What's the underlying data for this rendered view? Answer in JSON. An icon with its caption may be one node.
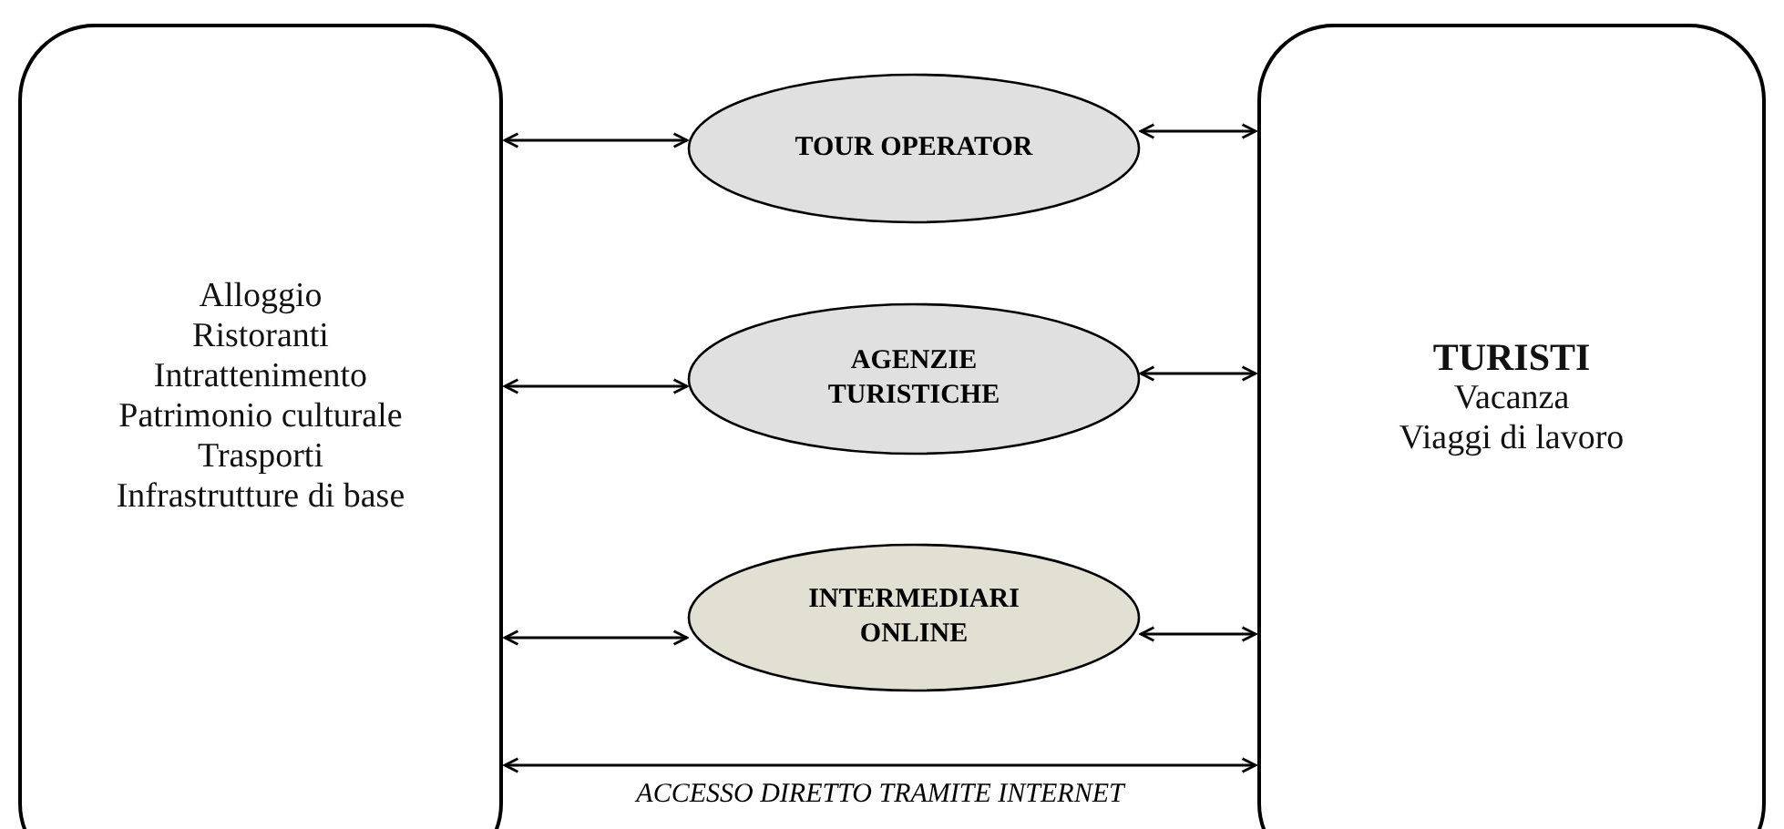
{
  "diagram": {
    "nodes": [
      {
        "text": [
          "Alloggio",
          "Ristoranti",
          "Intrattenimento",
          "Patrimonio culturale",
          "Trasporti",
          "Infrastrutture di base"
        ]
      },
      {
        "text": [
          "TOUR OPERATOR"
        ]
      },
      {
        "text": [
          "AGENZIE TURISTICHE"
        ]
      },
      {
        "text": [
          "INTERMEDIARI ONLINE"
        ]
      },
      {
        "text": [
          "TURISTI",
          "Vacanza",
          "Viaggi di lavoro"
        ]
      }
    ],
    "edges": [
      {
        "from": 0,
        "to": 1,
        "arrow": "both"
      },
      {
        "from": 1,
        "to": 4,
        "arrow": "both"
      },
      {
        "from": 0,
        "to": 2,
        "arrow": "both"
      },
      {
        "from": 2,
        "to": 4,
        "arrow": "both"
      },
      {
        "from": 0,
        "to": 3,
        "arrow": "both"
      },
      {
        "from": 3,
        "to": 4,
        "arrow": "both"
      },
      {
        "from": 0,
        "to": 4,
        "arrow": "both",
        "label": "ACCESSO DIRETTO TRAMITE INTERNET"
      }
    ]
  }
}
